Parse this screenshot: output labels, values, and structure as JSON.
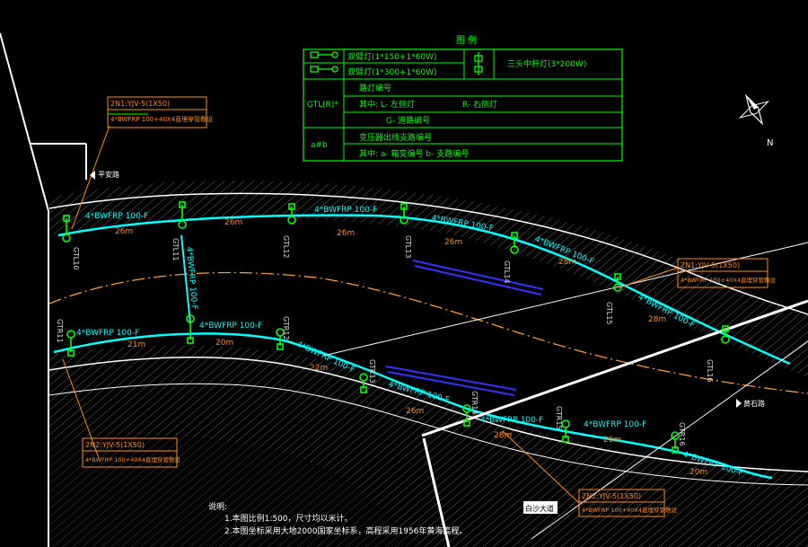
{
  "legend": {
    "title": "图 例",
    "double_arm_1": "双臂灯(1*150+1*60W)",
    "double_arm_2": "双臂灯(1*300+1*60W)",
    "three_head": "三头中杆灯(3*200W)",
    "gtl_label": "GTL(R)*",
    "lamp_no": "路灯编号",
    "lamp_left": "其中: L- 左侧灯",
    "lamp_right": "R- 右侧灯",
    "lamp_road": "G- 道路编号",
    "branch_label": "a#b",
    "branch_no": "变压器出线支路编号",
    "branch_detail": "其中: a- 箱变编号   b- 支路编号"
  },
  "roads": {
    "west": "平安路",
    "east": "黄石路",
    "south": "白沙大道"
  },
  "notes": {
    "heading": "说明:",
    "line1": "1.本图比例1:500，尺寸均以米计。",
    "line2": "2.本图坐标采用大地2000国家坐标系，高程采用1956年黄海高程。"
  },
  "callouts": [
    {
      "id": "nw",
      "l1": "2N1:YJV-5(1X50)",
      "l2": "4*BWFRP 100+40X4直埋穿管敷设"
    },
    {
      "id": "ne",
      "l1": "2N1:YJV-5(1X50)",
      "l2": "4*BWFRP 100+40X4直埋穿管敷设"
    },
    {
      "id": "sw",
      "l1": "2N2:YJV-5(1X50)",
      "l2": "4*BWFRP 100+40X4直埋穿管敷设"
    },
    {
      "id": "se",
      "l1": "2N2:YJV-5(1X50)",
      "l2": "4*BWFRP 100+40X4直埋穿管敷设"
    }
  ],
  "pipe_label": "4*BWFRP 100-F",
  "distances": {
    "d26a": "26m",
    "d26b": "26m",
    "d26c": "26m",
    "d26d": "26m",
    "d28a": "28m",
    "d28b": "28m",
    "d21": "21m",
    "d20": "20m",
    "d22": "22m",
    "d26e": "26m",
    "d28c": "28m",
    "d26f": "26m",
    "d20b": "20m"
  },
  "lamp_ids": {
    "l10": "GTL10",
    "l11": "GTL11",
    "l12": "GTL12",
    "l13": "GTL13",
    "l14": "GTL14",
    "l15": "GTL15",
    "l16": "GTL16",
    "r11": "GTR11",
    "r12": "GTR12",
    "r13": "GTR13",
    "r14": "GTR14",
    "r15": "GTR15",
    "r16": "GTR16"
  },
  "north": "N",
  "colors": {
    "bg": "#000000",
    "cyan": "#00ffff",
    "green": "#00ff00",
    "orange": "#ff8c1a",
    "white": "#ffffff",
    "blue": "#3030ff",
    "magenta": "#ff00ff",
    "grey": "#cfcfcf"
  }
}
